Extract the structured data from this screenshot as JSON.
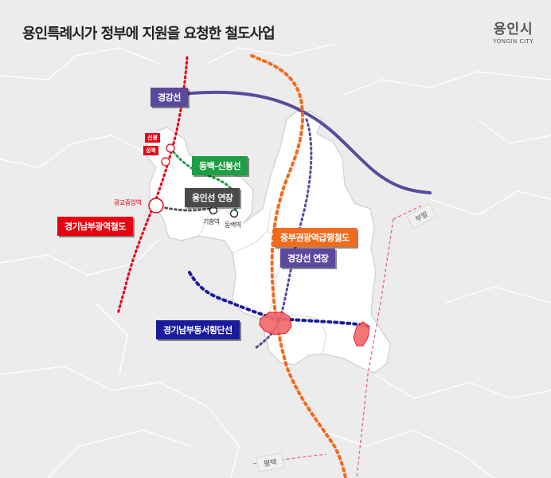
{
  "title": "용인특례시가 정부에 지원을 요청한 철도사업",
  "logo": {
    "korean": "용인시",
    "english": "YONGIN CITY"
  },
  "lines": [
    {
      "id": "gyeonggang",
      "label": "경강선",
      "color": "#5b4a9c"
    },
    {
      "id": "dongbaek-sinbong",
      "label": "동백-신봉선",
      "color": "#1e9e45"
    },
    {
      "id": "yongin-ext",
      "label": "용인선 연장",
      "color": "#4a4a4a"
    },
    {
      "id": "gyeonggi-nambu",
      "label": "경기남부광역철도",
      "color": "#e60012"
    },
    {
      "id": "jungbu",
      "label": "중부권광역급행철도",
      "color": "#f26b1d"
    },
    {
      "id": "gyeonggang-ext",
      "label": "경강선 연장",
      "color": "#5b4a9c"
    },
    {
      "id": "dongseo",
      "label": "경기남부동서횡단선",
      "color": "#1a1a9c"
    }
  ],
  "stations": {
    "sinbong": "신봉",
    "seongbok": "성복",
    "gwanggyo": "광교중앙역",
    "giheung": "기흥역",
    "dongbaek": "동백역"
  },
  "directions": {
    "bubal": "부발",
    "pyeongtaek": "평택"
  }
}
